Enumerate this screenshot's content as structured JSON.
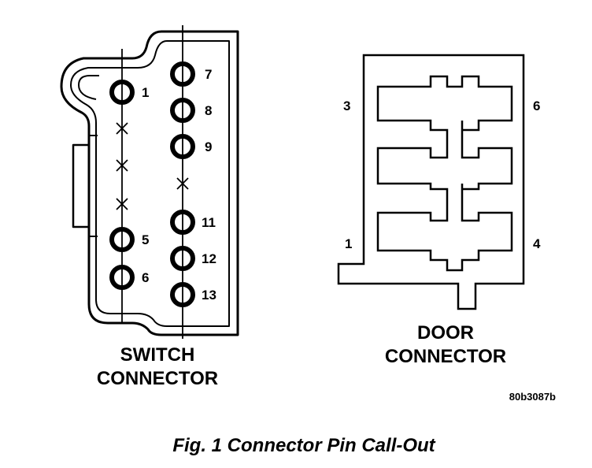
{
  "switch_connector": {
    "title_line1": "SWITCH",
    "title_line2": "CONNECTOR",
    "left_pins": [
      "1",
      "5",
      "6"
    ],
    "right_pins": [
      "7",
      "8",
      "9",
      "11",
      "12",
      "13"
    ]
  },
  "door_connector": {
    "title_line1": "DOOR",
    "title_line2": "CONNECTOR",
    "pins": [
      "3",
      "6",
      "1",
      "4"
    ]
  },
  "figure_code": "80b3087b",
  "caption": "Fig. 1 Connector Pin Call-Out"
}
